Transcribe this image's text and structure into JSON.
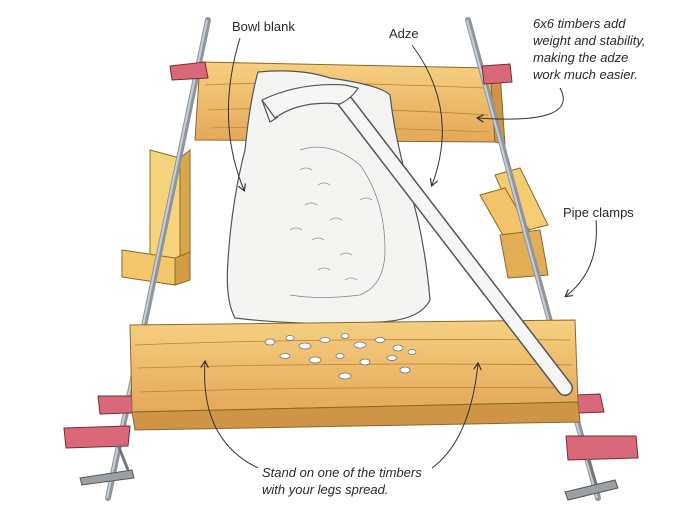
{
  "labels": {
    "bowl_blank": "Bowl blank",
    "adze": "Adze",
    "timbers_lines": [
      "6x6 timbers add",
      "weight and stability,",
      "making the adze",
      "work much easier."
    ],
    "pipe_clamps": "Pipe clamps",
    "stand_lines": [
      "Stand on one of the timbers",
      "with your legs spread."
    ]
  },
  "colors": {
    "wood": "#f0c06a",
    "wood_shadow": "#d9a04e",
    "wood_grain": "#b9823a",
    "clamp": "#d9687a",
    "pipe": "#9aa0a6",
    "blank": "#f3f3f1",
    "outline": "#4a4a4a"
  }
}
